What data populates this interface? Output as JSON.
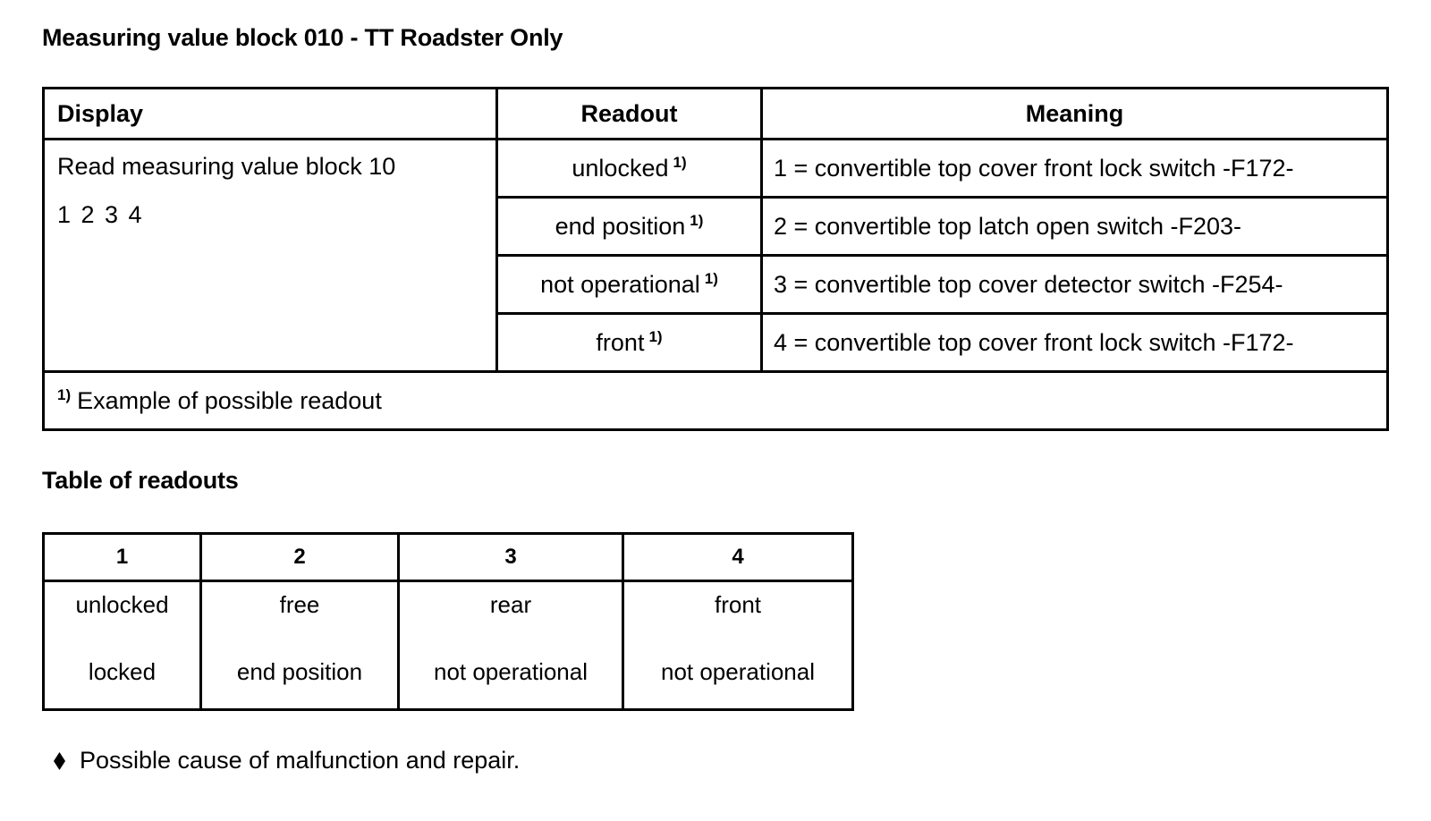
{
  "headings": {
    "main_title": "Measuring value block 010 - TT Roadster Only",
    "readouts_title": "Table of readouts"
  },
  "mvb_table": {
    "columns": [
      "Display",
      "Readout",
      "Meaning"
    ],
    "display_cell": {
      "line1": "Read measuring value block 10",
      "line2": "1 2 3 4"
    },
    "rows": [
      {
        "readout": "unlocked",
        "footnote": "1)",
        "meaning": "1 = convertible top cover front lock switch -F172-"
      },
      {
        "readout": "end position",
        "footnote": "1)",
        "meaning": "2 = convertible top latch open switch -F203-"
      },
      {
        "readout": "not operational",
        "footnote": "1)",
        "meaning": "3 = convertible top cover detector switch -F254-"
      },
      {
        "readout": "front",
        "footnote": "1)",
        "meaning": "4 = convertible top cover front lock switch -F172-"
      }
    ],
    "footnote": {
      "marker": "1)",
      "text": "Example of possible readout"
    }
  },
  "readouts_table": {
    "columns": [
      "1",
      "2",
      "3",
      "4"
    ],
    "row": [
      {
        "option1": "unlocked",
        "option2": "locked"
      },
      {
        "option1": "free",
        "option2": "end position"
      },
      {
        "option1": "rear",
        "option2": "not operational"
      },
      {
        "option1": "front",
        "option2": "not operational"
      }
    ]
  },
  "bullet_note": {
    "bullet_icon": "diamond-bullet-icon",
    "text": "Possible cause of malfunction and repair."
  }
}
